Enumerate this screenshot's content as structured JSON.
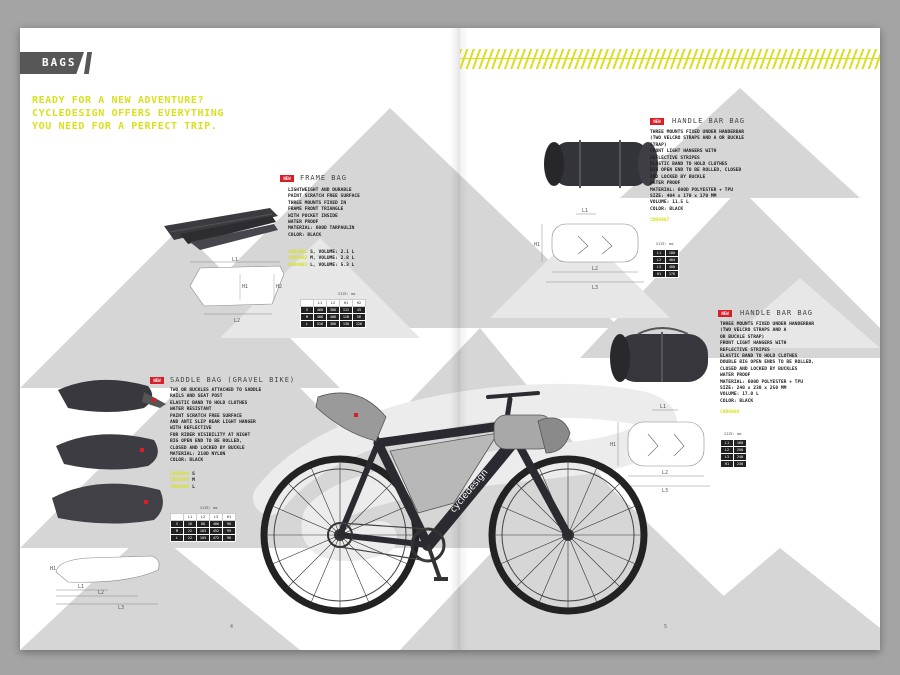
{
  "header": {
    "section_tab": "BAGS",
    "headline": [
      "READY FOR A NEW ADVENTURE?",
      "CYCLEDESIGN OFFERS EVERYTHING",
      "YOU NEED FOR A PERFECT TRIP."
    ]
  },
  "colors": {
    "accent": "#d9e021",
    "new_badge": "#d61f26",
    "tab": "#575757",
    "mountain": "#d4d4d4",
    "bike": "#2a2a30"
  },
  "new_badge": "NEW",
  "frame_bag": {
    "title": "FRAME BAG",
    "description": "LIGHTWEIGHT AND DURABLE\nPAINT SCRATCH FREE SURFACE\nTHREE MOUNTS FIXED IN\nFRAME FRONT TRIANGLE\nWITH POCKET INSIDE\nWATER PROOF\nMATERIAL: 600D TARPAULIN\nCOLOR: BLACK",
    "codes": [
      {
        "code": "CDB0001",
        "text": "S, VOLUME: 2.1 L"
      },
      {
        "code": "CDB0002",
        "text": "M, VOLUME: 2.8 L"
      },
      {
        "code": "CDB0003",
        "text": "L, VOLUME: 5.3 L"
      }
    ],
    "size_caption": "SIZE: mm",
    "size_table": [
      [
        "",
        "L1",
        "L2",
        "H1",
        "H2"
      ],
      [
        "S",
        "466",
        "386",
        "112",
        "45"
      ],
      [
        "M",
        "486",
        "406",
        "118",
        "56"
      ],
      [
        "L",
        "516",
        "386",
        "136",
        "126"
      ]
    ],
    "dims": [
      "L1",
      "H1",
      "H2",
      "L2"
    ]
  },
  "saddle_bag": {
    "title": "SADDLE BAG (GRAVEL BIKE)",
    "description": "TWO OR BUCKLES ATTACHED TO SADDLE\nRAILS AND SEAT POST\nELASTIC BAND TO HOLD CLOTHES\nWATER RESISTANT\nPAINT SCRATCH FREE SURFACE\nAND ANTI SLIP REAR LIGHT HANGER\nWITH REFLECTIVE\nFOR RIDER VISIBILITY AT NIGHT\nBIG OPEN END TO BE ROLLED,\nCLOSED AND LOCKED BY BUCKLE\nMATERIAL: 210D NYLON\nCOLOR: BLACK",
    "codes": [
      {
        "code": "CDB0004",
        "text": "S"
      },
      {
        "code": "CDB0005",
        "text": "M"
      },
      {
        "code": "CDB0006",
        "text": "L"
      }
    ],
    "size_caption": "SIZE: mm",
    "size_table": [
      [
        "",
        "L1",
        "L2",
        "L3",
        "H1"
      ],
      [
        "S",
        "16",
        "88",
        "406",
        "96"
      ],
      [
        "M",
        "22",
        "103",
        "452",
        "99"
      ],
      [
        "L",
        "22",
        "103",
        "472",
        "98"
      ]
    ],
    "dims": [
      "H1",
      "L1",
      "L2",
      "L3"
    ]
  },
  "handle_bar_bag_1": {
    "title": "HANDLE BAR BAG",
    "description": "THREE MOUNTS FIXED UNDER HANDERBAR\n(TWO VELCRO STRAPS AND A OR BUCKLE\nSTRAP)\nFRONT LIGHT HANGERS WITH\nREFLECTIVE STRIPES\nELASTIC BAND TO HOLD CLOTHES\nBIG OPEN END TO BE ROLLED, CLOSED\nAND LOCKED BY BUCKLE\nWATER PROOF\nMATERIAL: 600D POLYESTER + TPU\nSIZE: 404 x 170 x 170 MM\nVOLUME: 11.5 L\nCOLOR: BLACK",
    "code": "CDB0007",
    "size_caption": "SIZE: mm",
    "size_table": [
      [
        "L1",
        "100"
      ],
      [
        "L2",
        "404"
      ],
      [
        "L3",
        "400"
      ],
      [
        "H1",
        "170"
      ]
    ],
    "dims": [
      "L1",
      "H1",
      "L2",
      "L3"
    ]
  },
  "handle_bar_bag_2": {
    "title": "HANDLE BAR BAG",
    "description": "THREE MOUNTS FIXED UNDER HANDERBAR\n(TWO VELCRO STRAPS AND A\nOR BUCKLE STRAP)\nFRONT LIGHT HANGERS WITH\nREFLECTIVE STRIPES\nELASTIC BAND TO HOLD CLOTHES\nDOUBLE BIG OPEN ENDS TO BE ROLLED,\nCLOSED AND LOCKED BY BUCKLES\nWATER PROOF\nMATERIAL: 600D POLYESTER + TPU\nSIZE: 240 x 230 x 250 MM\nVOLUME: 17.0 L\nCOLOR: BLACK",
    "code": "CDB0008",
    "size_caption": "SIZE: mm",
    "size_table": [
      [
        "L1",
        "160"
      ],
      [
        "L2",
        "250"
      ],
      [
        "L3",
        "240"
      ],
      [
        "H1",
        "230"
      ]
    ],
    "dims": [
      "L1",
      "H1",
      "L2",
      "L3"
    ]
  },
  "bike_brand": "cycledesign",
  "pages": {
    "left": "4",
    "right": "5"
  }
}
